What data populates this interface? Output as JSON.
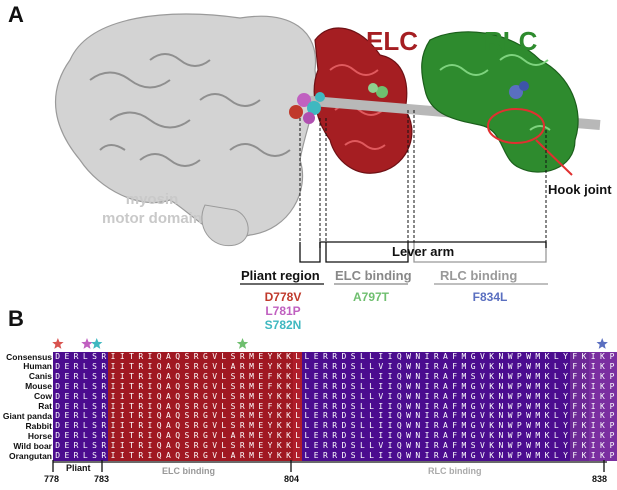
{
  "panel_a": {
    "letter": "A",
    "elc_label": "ELC",
    "rlc_label": "RLC",
    "hook_label": "Hook joint",
    "motor_label_line1": "myosin",
    "motor_label_line2": "motor domain",
    "lever_arm_label": "Lever arm",
    "regions": [
      {
        "title": "Pliant region",
        "mutations": [
          "D778V",
          "L781P",
          "S782N"
        ]
      },
      {
        "title": "ELC binding",
        "mutations": [
          "A797T"
        ]
      },
      {
        "title": "RLC binding",
        "mutations": [
          "F834L"
        ]
      }
    ],
    "colors": {
      "elc": "#a51e22",
      "rlc": "#2e8b2e",
      "motor": "#c8c8c8",
      "d778v": "#c0392b",
      "l781p": "#c060c0",
      "s782n": "#3fb8c0",
      "a797t": "#6fbf6f",
      "f834l": "#5a6fc0"
    }
  },
  "panel_b": {
    "letter": "B",
    "species": [
      "Consensus",
      "Human",
      "Canis",
      "Mouse",
      "Cow",
      "Rat",
      "Giant panda",
      "Rabbit",
      "Horse",
      "Wild boar",
      "Orangutan"
    ],
    "sequences": [
      "DERLSRIITRIQAQSRGVLSRMEYKKLLERRDSLLIIQWNIRAFMGVKNWPWMKLYFKIKP",
      "DERLSRIITRIQAQSRGVLARMEYKKLLERRDSLLVIQWNIRAFMGVKNWPWMKLYFKIKP",
      "DERLSRIITRIQAQSRGVLSRMEFKKLLERRDSLLIIQWNIRAFMSVKNWPWMKLYFKIKP",
      "DERLSRIITRIQAQSRGVLSRMEFKKLLERRDSLLIIQWNIRAFMGVKNWPWMKLYFKIKP",
      "DERLSRIITRIQAQSRGVLSRMEYKKLLERRDSLLVIQWNIRAFMGVKNWPWMKLYFKIKP",
      "DERLSRIITRIQAQSRGVLSRMEFKKLLERRDSLLIIQWNIRAFMGVKNWPWMKLYFKIKP",
      "DERLSRIITRIQAQSRGVLSRMEYKKLLERRDSLLIIQWNIRAFMGVKNWPWMKLYFKIKP",
      "DERLSRIITRIQAQSRGVLSRMEYKKLLERRDSLLIIQWNIRAFMGVKNWPWMKLYFKIKP",
      "DERLSRIITRIQAQSRGVLARMEYKKLLERRDSLLIIQWNIRAFMGVKNWPWMKLYFKIKP",
      "DERLSRIITRIQAQSRGVLSRMEYKKLLERRDSLLVIQWNIRAFMSVKNWPWMKLYFKIKP",
      "DERLSRIITRIQAQSRGVLARMEYKKLLERRDSLLIIQWNIRAFMGVKNWPWMKLYFKIKP"
    ],
    "column_colors": [
      "#4b0c8f",
      "#4b0c8f",
      "#4b0c8f",
      "#4b0c8f",
      "#4b0c8f",
      "#4b0c8f",
      "#a01822",
      "#a01822",
      "#a01822",
      "#a01822",
      "#a01822",
      "#a01822",
      "#a01822",
      "#a01822",
      "#a01822",
      "#a01822",
      "#a01822",
      "#a01822",
      "#a01822",
      "#a01822",
      "#a01822",
      "#a01822",
      "#a01822",
      "#a01822",
      "#a01822",
      "#a01822",
      "#b01e2a",
      "#4b0c8f",
      "#4b0c8f",
      "#4b0c8f",
      "#4b0c8f",
      "#4b0c8f",
      "#4b0c8f",
      "#4b0c8f",
      "#4b0c8f",
      "#4b0c8f",
      "#4b0c8f",
      "#4b0c8f",
      "#4b0c8f",
      "#4b0c8f",
      "#4b0c8f",
      "#4b0c8f",
      "#4b0c8f",
      "#4b0c8f",
      "#4b0c8f",
      "#4b0c8f",
      "#4b0c8f",
      "#4b0c8f",
      "#4b0c8f",
      "#4b0c8f",
      "#4b0c8f",
      "#4b0c8f",
      "#4b0c8f",
      "#4b0c8f",
      "#4b0c8f",
      "#4b0c8f",
      "#6d2896",
      "#6d2896",
      "#7a2ea0",
      "#7a2ea0",
      "#7a2ea0"
    ],
    "axis_numbers": [
      "778",
      "783",
      "804",
      "838"
    ],
    "bar_labels": {
      "pliant": "Pliant",
      "elc": "ELC binding",
      "rlc": "RLC binding"
    },
    "stars": [
      {
        "position": 778,
        "color": "#d9534f"
      },
      {
        "position": 781,
        "color": "#c060c0"
      },
      {
        "position": 782,
        "color": "#3fb8c0"
      },
      {
        "position": 797,
        "color": "#6fbf6f"
      },
      {
        "position": 834,
        "color": "#5a6fc0"
      }
    ]
  }
}
